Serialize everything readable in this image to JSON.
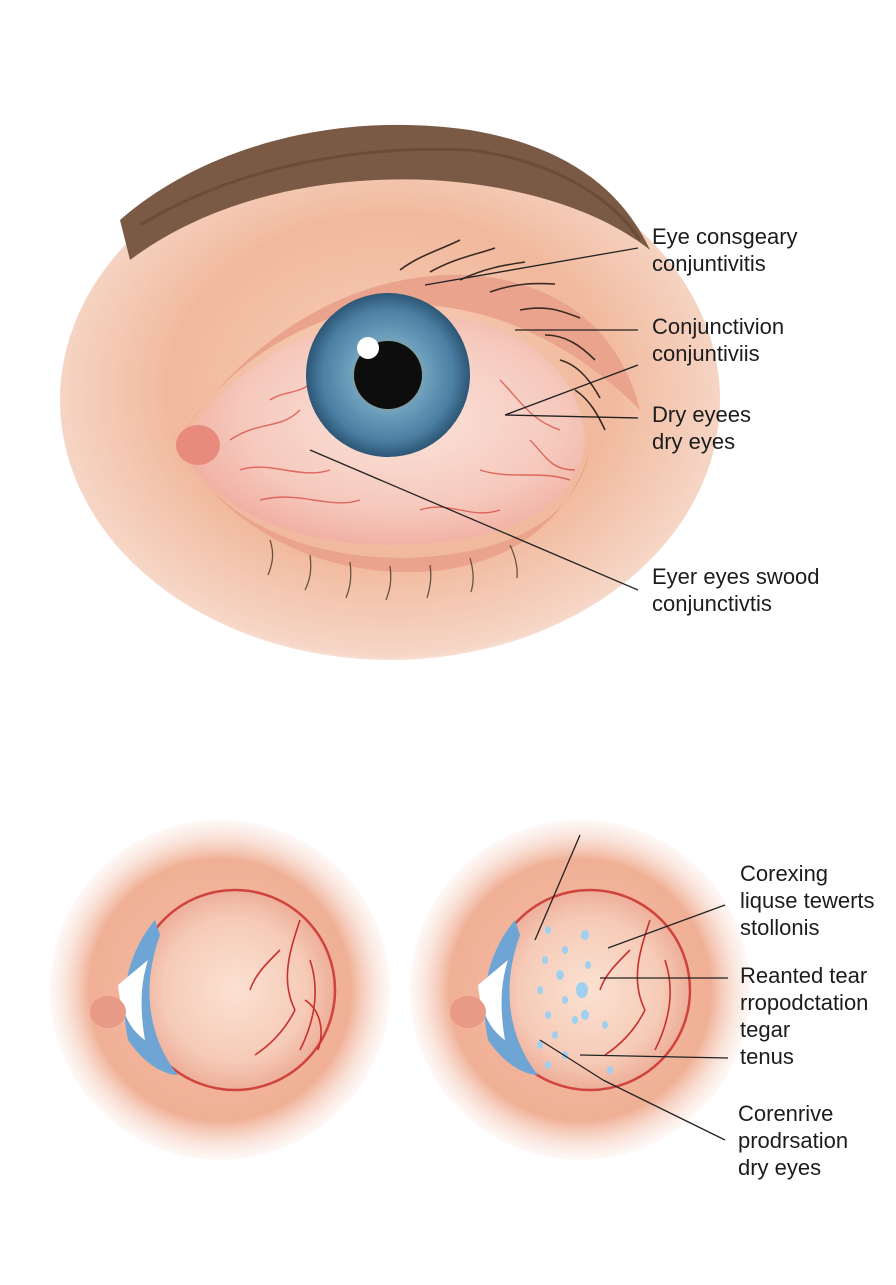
{
  "top_labels": [
    {
      "line1": "Eye consgeary",
      "line2": "conjuntivitis"
    },
    {
      "line1": "Conjunctivion",
      "line2": "conjuntiviis"
    },
    {
      "line1": "Dry eyees",
      "line2": "dry eyes"
    },
    {
      "line1": "Eyer eyes swood",
      "line2": "conjunctivtis"
    }
  ],
  "bottom_labels": [
    {
      "line1": "Corexing",
      "line2": "liquse tewerts",
      "line3": "stollonis"
    },
    {
      "line1": "Reanted tear",
      "line2": "rropodctation",
      "line3": "tegar",
      "line4": "tenus"
    },
    {
      "line1": "Corenrive",
      "line2": "prodrsation",
      "line3": "dry eyes"
    }
  ],
  "colors": {
    "skin": "#f3c2a6",
    "sclera_red": "#f6cfc4",
    "iris": "#4f84a6",
    "pupil": "#0d0d0d",
    "vessel": "#c9302c",
    "brow": "#7a5a44",
    "tear": "#9fd0ef"
  }
}
